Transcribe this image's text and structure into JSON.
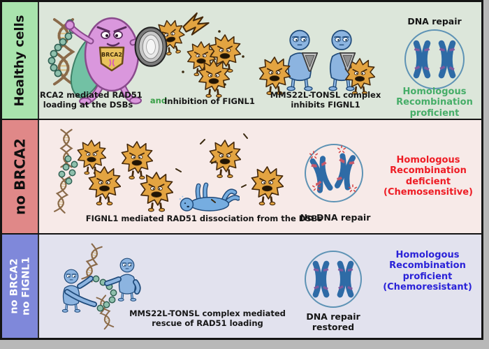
{
  "figure": {
    "type": "scientific-model-diagram",
    "rows": [
      {
        "id": "healthy-cells",
        "sidebar_label": "Healthy cells",
        "badge_label": "BRCA2",
        "caption_loading": "BRCA2 mediated RAD51\nloading at the DSBs",
        "connector_word": "and",
        "caption_inhibition": "Inhibition of FIGNL1",
        "caption_complex": "MMS22L-TONSL complex\ninhibits FIGNL1",
        "repair_label": "DNA repair",
        "status_label": "Homologous\nRecombination\nproficient"
      },
      {
        "id": "no-brca2",
        "sidebar_label": "no BRCA2",
        "caption_dissociation": "FIGNL1 mediated RAD51 dissociation from the DSBs",
        "repair_label": "No DNA repair",
        "status_label": "Homologous\nRecombination\ndeficient\n(Chemosensitive)"
      },
      {
        "id": "no-brca2-no-fignl1",
        "sidebar_label": "no BRCA2\nno FIGNL1",
        "caption_rescue": "MMS22L-TONSL complex mediated\nrescue of RAD51 loading",
        "repair_label": "DNA repair\nrestored",
        "status_label": "Homologous\nRecombination\nproficient\n(Chemoresistant)"
      }
    ],
    "colors": {
      "healthy_sidebar": "#a9e4ad",
      "healthy_panel_bg": "#dce6da",
      "no_brca2_sidebar": "#e08888",
      "no_brca2_panel_bg": "#f7eae8",
      "rescue_sidebar": "#7f88da",
      "rescue_panel_bg": "#e2e2ee",
      "proficient_green": "#46ad68",
      "deficient_red": "#ee1c24",
      "chemoresistant_blue": "#2a22d8",
      "and_green": "#3aa048",
      "star_orange": "#e3a441",
      "hero_purple": "#da97dd",
      "guy_blue": "#8cb4e0",
      "chromosome_blue": "#2e6ba6",
      "outer_gray": "#b8b8b8"
    },
    "icons": [
      "dna-helix-icon",
      "rad51-bead-icon",
      "brca2-hero-icon",
      "brca2-shield-icon",
      "fignl1-star-icon",
      "clash-bolt-icon",
      "mms22l-tonsl-guy-icon",
      "triangle-shield-icon",
      "chromosome-icon",
      "damaged-chromosome-icon",
      "defeated-guy-icon"
    ]
  }
}
